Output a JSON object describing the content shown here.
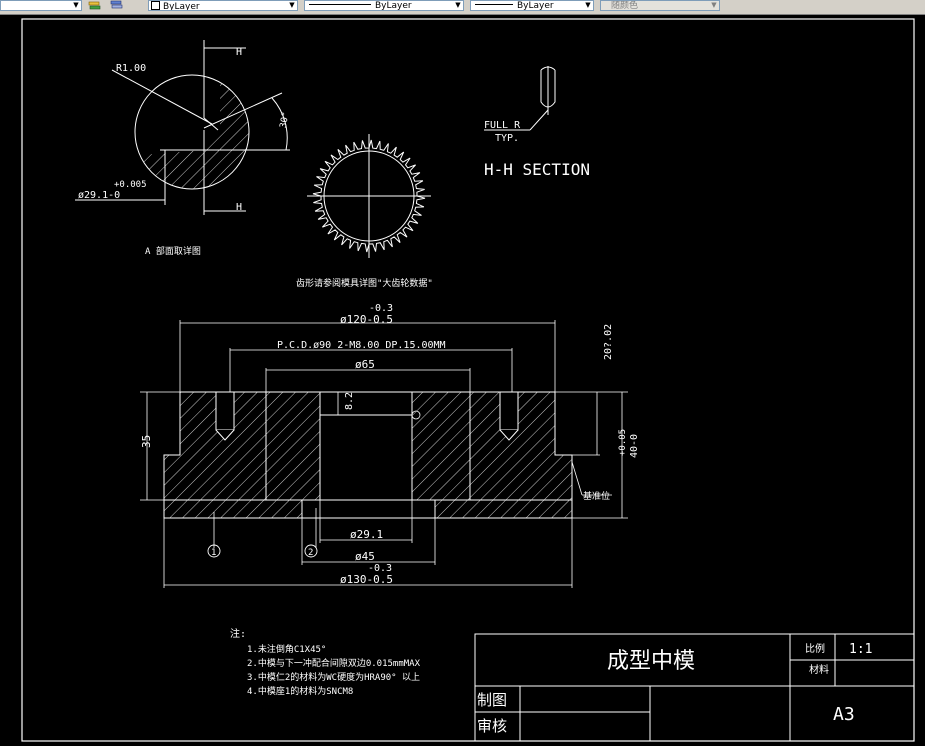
{
  "toolbar": {
    "color_value": "ByLayer",
    "linetype_value": "ByLayer",
    "lineweight_value": "ByLayer",
    "plotstyle_value": "随颜色"
  },
  "drawing": {
    "detail": {
      "radius_label": "R1.00",
      "section_mark": "H",
      "angle_label": "30°",
      "tol_upper": "+0.005",
      "dia_label": "ø29.1-0",
      "caption": "A 部面取详图"
    },
    "gear": {
      "note": "齿形请参阅模具详图\"大齿轮数据\""
    },
    "section": {
      "full_r": "FULL R",
      "typ": "TYP.",
      "title": "H-H SECTION"
    },
    "dims": {
      "d120_tol": "-0.3",
      "d120": "ø120-0.5",
      "pcd": "P.C.D.ø90  2-M8.00  DP.15.00MM",
      "d65": "ø65",
      "depth": "8.2",
      "h35": "35",
      "flat": "20?.02",
      "h40": "40-0",
      "h40_tol": "+0.05",
      "datum": "基准位",
      "d29": "ø29.1",
      "d45": "ø45",
      "d130_tol": "-0.3",
      "d130": "ø130-0.5",
      "part1": "1",
      "part2": "2"
    },
    "notes": {
      "title": "注:",
      "items": [
        "1.未注倒角C1X45°",
        "2.中模与下一冲配合间隙双边0.015mmMAX",
        "3.中模仁2的材料为WC硬度为HRA90° 以上",
        "4.中模座1的材料为SNCM8"
      ]
    },
    "title_block": {
      "part_name": "成型中模",
      "scale_label": "比例",
      "scale_value": "1:1",
      "material_label": "材料",
      "drawn_label": "制图",
      "checked_label": "审核",
      "sheet_size": "A3"
    }
  }
}
